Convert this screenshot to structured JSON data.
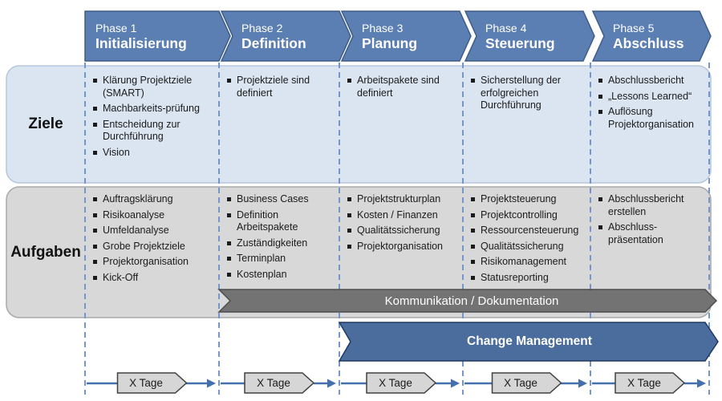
{
  "diagram": {
    "row_labels": {
      "ziele": "Ziele",
      "aufgaben": "Aufgaben"
    },
    "phases": [
      {
        "num": "Phase 1",
        "name": "Initialisierung",
        "ziele": [
          "Klärung Projektziele (SMART)",
          "Machbarkeits-prüfung",
          "Entscheidung zur Durchführung",
          "Vision"
        ],
        "aufgaben": [
          "Auftragsklärung",
          "Risikoanalyse",
          "Umfeldanalyse",
          "Grobe Projektziele",
          "Projektorganisation",
          "Kick-Off"
        ]
      },
      {
        "num": "Phase 2",
        "name": "Definition",
        "ziele": [
          "Projektziele sind definiert"
        ],
        "aufgaben": [
          "Business Cases",
          "Definition Arbeitspakete",
          "Zuständigkeiten",
          "Terminplan",
          "Kostenplan"
        ]
      },
      {
        "num": "Phase 3",
        "name": "Planung",
        "ziele": [
          "Arbeitspakete sind definiert"
        ],
        "aufgaben": [
          "Projektstrukturplan",
          "Kosten / Finanzen",
          "Qualitätssicherung",
          "Projektorganisation"
        ]
      },
      {
        "num": "Phase 4",
        "name": "Steuerung",
        "ziele": [
          "Sicherstellung der erfolgreichen Durchführung"
        ],
        "aufgaben": [
          "Projektsteuerung",
          "Projektcontrolling",
          "Ressourcensteuerung",
          "Qualitätssicherung",
          "Risikomanagement",
          "Statusreporting"
        ]
      },
      {
        "num": "Phase 5",
        "name": "Abschluss",
        "ziele": [
          "Abschlussbericht",
          "„Lessons Learned“",
          "Auflösung Projektorganisation"
        ],
        "aufgaben": [
          "Abschlussbericht erstellen",
          "Abschluss-präsentation"
        ]
      }
    ],
    "bars": {
      "kommunikation": "Kommunikation / Dokumentation",
      "change": "Change Management"
    },
    "timeline": {
      "segments": [
        "X Tage",
        "X Tage",
        "X Tage",
        "X Tage",
        "X Tage"
      ]
    },
    "colors": {
      "phase_header": "#5b7eb3",
      "phase_header_border": "#3e5c88",
      "ziele_bg": "#dbe5f1",
      "ziele_border": "#b7c6dc",
      "aufgaben_bg": "#d8d8d8",
      "aufgaben_border": "#a9a9a9",
      "kommunikation_bar": "#737373",
      "kommunikation_border": "#4d4d4d",
      "change_bar": "#4a6d9d",
      "change_border": "#1f3a5f",
      "dashed_line": "#7396cc",
      "timeline_arrow": "#4471ad",
      "xtage_bg": "#d6d6d6",
      "xtage_border": "#404040"
    }
  }
}
